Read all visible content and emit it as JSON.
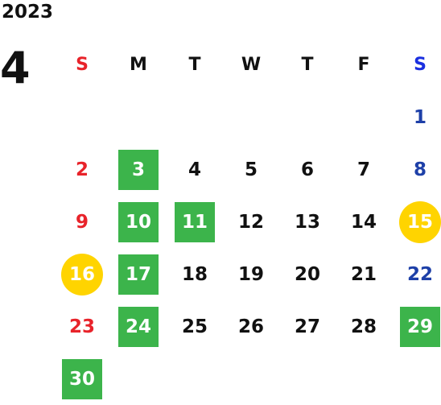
{
  "calendar": {
    "year": "2023",
    "month": "4",
    "weekdays": [
      "S",
      "M",
      "T",
      "W",
      "T",
      "F",
      "S"
    ],
    "days": [
      {
        "n": "1",
        "col": 7,
        "row": 1,
        "style": "plain"
      },
      {
        "n": "2",
        "col": 1,
        "row": 2,
        "style": "plain"
      },
      {
        "n": "3",
        "col": 2,
        "row": 2,
        "style": "green"
      },
      {
        "n": "4",
        "col": 3,
        "row": 2,
        "style": "plain"
      },
      {
        "n": "5",
        "col": 4,
        "row": 2,
        "style": "plain"
      },
      {
        "n": "6",
        "col": 5,
        "row": 2,
        "style": "plain"
      },
      {
        "n": "7",
        "col": 6,
        "row": 2,
        "style": "plain"
      },
      {
        "n": "8",
        "col": 7,
        "row": 2,
        "style": "plain"
      },
      {
        "n": "9",
        "col": 1,
        "row": 3,
        "style": "plain"
      },
      {
        "n": "10",
        "col": 2,
        "row": 3,
        "style": "green"
      },
      {
        "n": "11",
        "col": 3,
        "row": 3,
        "style": "green"
      },
      {
        "n": "12",
        "col": 4,
        "row": 3,
        "style": "plain"
      },
      {
        "n": "13",
        "col": 5,
        "row": 3,
        "style": "plain"
      },
      {
        "n": "14",
        "col": 6,
        "row": 3,
        "style": "plain"
      },
      {
        "n": "15",
        "col": 7,
        "row": 3,
        "style": "circle"
      },
      {
        "n": "16",
        "col": 1,
        "row": 4,
        "style": "circle"
      },
      {
        "n": "17",
        "col": 2,
        "row": 4,
        "style": "green"
      },
      {
        "n": "18",
        "col": 3,
        "row": 4,
        "style": "plain"
      },
      {
        "n": "19",
        "col": 4,
        "row": 4,
        "style": "plain"
      },
      {
        "n": "20",
        "col": 5,
        "row": 4,
        "style": "plain"
      },
      {
        "n": "21",
        "col": 6,
        "row": 4,
        "style": "plain"
      },
      {
        "n": "22",
        "col": 7,
        "row": 4,
        "style": "plain"
      },
      {
        "n": "23",
        "col": 1,
        "row": 5,
        "style": "plain"
      },
      {
        "n": "24",
        "col": 2,
        "row": 5,
        "style": "green"
      },
      {
        "n": "25",
        "col": 3,
        "row": 5,
        "style": "plain"
      },
      {
        "n": "26",
        "col": 4,
        "row": 5,
        "style": "plain"
      },
      {
        "n": "27",
        "col": 5,
        "row": 5,
        "style": "plain"
      },
      {
        "n": "28",
        "col": 6,
        "row": 5,
        "style": "plain"
      },
      {
        "n": "29",
        "col": 7,
        "row": 5,
        "style": "green"
      },
      {
        "n": "30",
        "col": 1,
        "row": 6,
        "style": "green"
      }
    ]
  },
  "colors": {
    "sunday": "#e8232a",
    "saturday": "#1e40a8",
    "highlight_green": "#3cb44b",
    "highlight_yellow": "#ffd400",
    "text": "#111111"
  }
}
